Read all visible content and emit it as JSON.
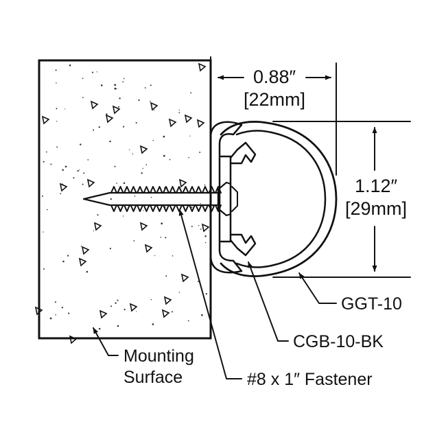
{
  "dimensions": {
    "width": {
      "inches": "0.88″",
      "mm": "[22mm]"
    },
    "height": {
      "inches": "1.12″",
      "mm": "[29mm]"
    }
  },
  "callouts": {
    "ggt": "GGT-10",
    "cgb": "CGB-10-BK",
    "mounting_line1": "Mounting",
    "mounting_line2": "Surface",
    "fastener": "#8 x 1″ Fastener"
  },
  "colors": {
    "line": "#111111",
    "background": "#ffffff"
  }
}
